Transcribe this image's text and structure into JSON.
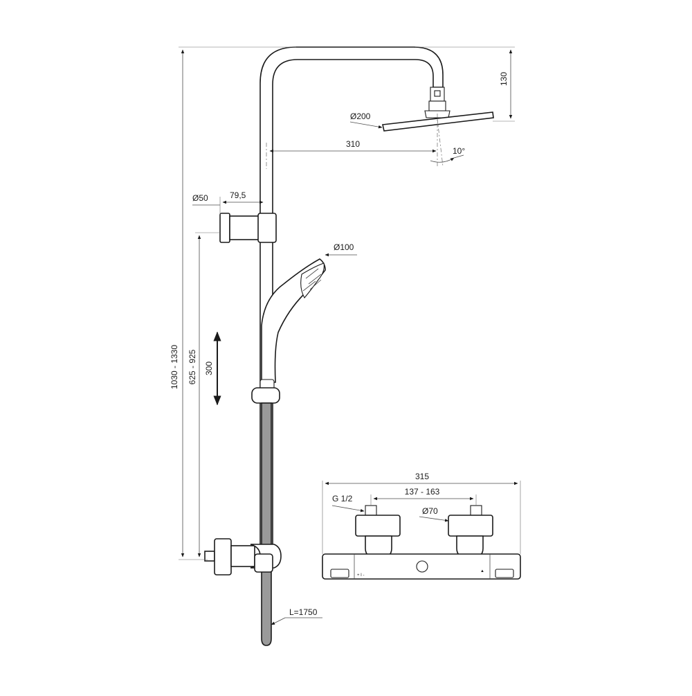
{
  "dimensions": {
    "total_height": "1030 - 1330",
    "holder_range": "625 - 925",
    "slide_travel": "300",
    "head_height": "130",
    "arm_reach": "310",
    "head_diameter": "Ø200",
    "tilt_angle": "10°",
    "holder_offset": "79,5",
    "bracket_diameter": "Ø50",
    "hand_shower_diameter": "Ø100",
    "hose_length": "L=1750",
    "mixer_width": "315",
    "inlet_centers": "137 - 163",
    "inlet_thread": "G 1/2",
    "inlet_diameter": "Ø70"
  }
}
